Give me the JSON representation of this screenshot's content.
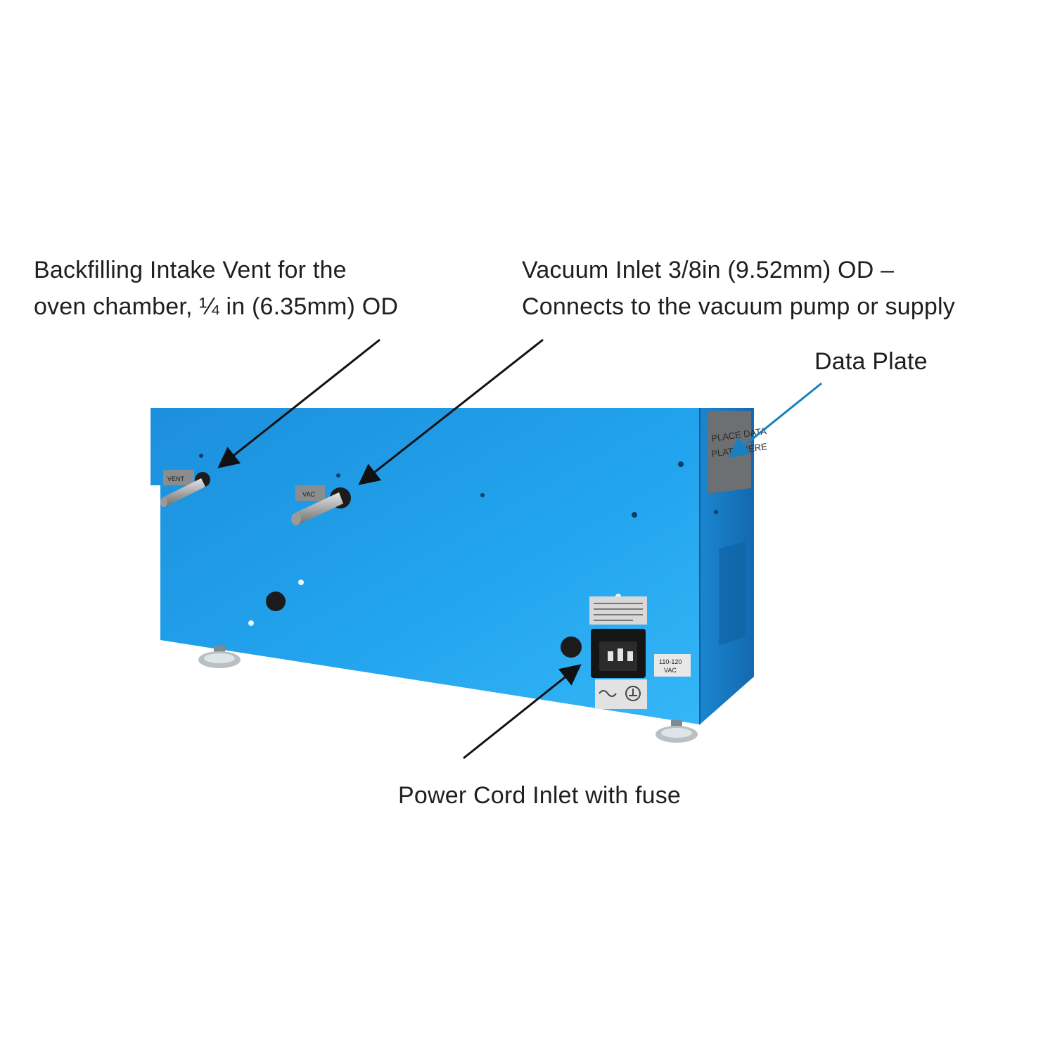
{
  "callouts": {
    "backfill_vent": {
      "line1": "Backfilling Intake Vent for the",
      "line2": "oven chamber, ¼ in (6.35mm) OD"
    },
    "vacuum_inlet": {
      "line1": "Vacuum Inlet 3/8in (9.52mm) OD –",
      "line2": "Connects to the vacuum pump or supply"
    },
    "data_plate": "Data Plate",
    "power_inlet": "Power Cord Inlet with fuse"
  },
  "device_labels": {
    "vent_tag": "VENT",
    "vac_tag": "VAC",
    "data_plate_sticker_line1": "PLACE DATA",
    "data_plate_sticker_line2": "PLATE HERE",
    "voltage_tag_line1": "110-120",
    "voltage_tag_line2": "VAC"
  },
  "colors": {
    "cabinet": "#1ea0ea",
    "cabinet_dark": "#1380c6",
    "arrow_black": "#111111",
    "arrow_blue": "#1a7fc1"
  }
}
